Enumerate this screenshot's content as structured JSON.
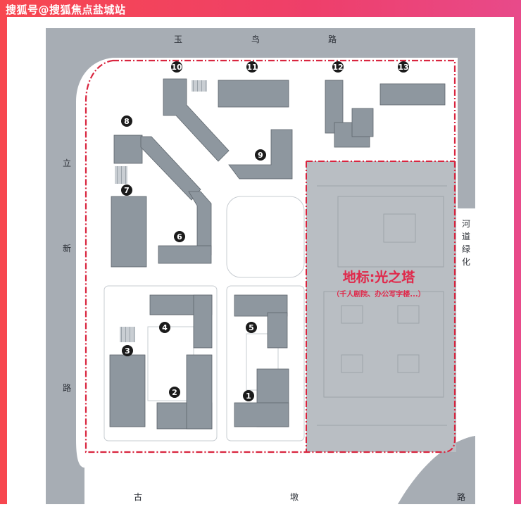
{
  "watermark": "搜狐号@搜狐焦点盐城站",
  "roads": {
    "top": [
      "玉",
      "鸟",
      "路"
    ],
    "left": [
      "立",
      "新",
      "路"
    ],
    "bottom": [
      "古",
      "墩",
      "路"
    ],
    "right": [
      "河",
      "道",
      "绿",
      "化"
    ]
  },
  "landmark": {
    "title": "地标:光之塔",
    "subtitle": "（千人剧院、办公写字楼...）"
  },
  "buildings": [
    "1",
    "2",
    "3",
    "4",
    "5",
    "6",
    "7",
    "8",
    "9",
    "10",
    "11",
    "12",
    "13"
  ],
  "colors": {
    "frame": "#f2475a",
    "road": "#a7adb4",
    "boundary": "#d9253f",
    "landmark_text": "#e0284a",
    "building": "#8e979f"
  }
}
